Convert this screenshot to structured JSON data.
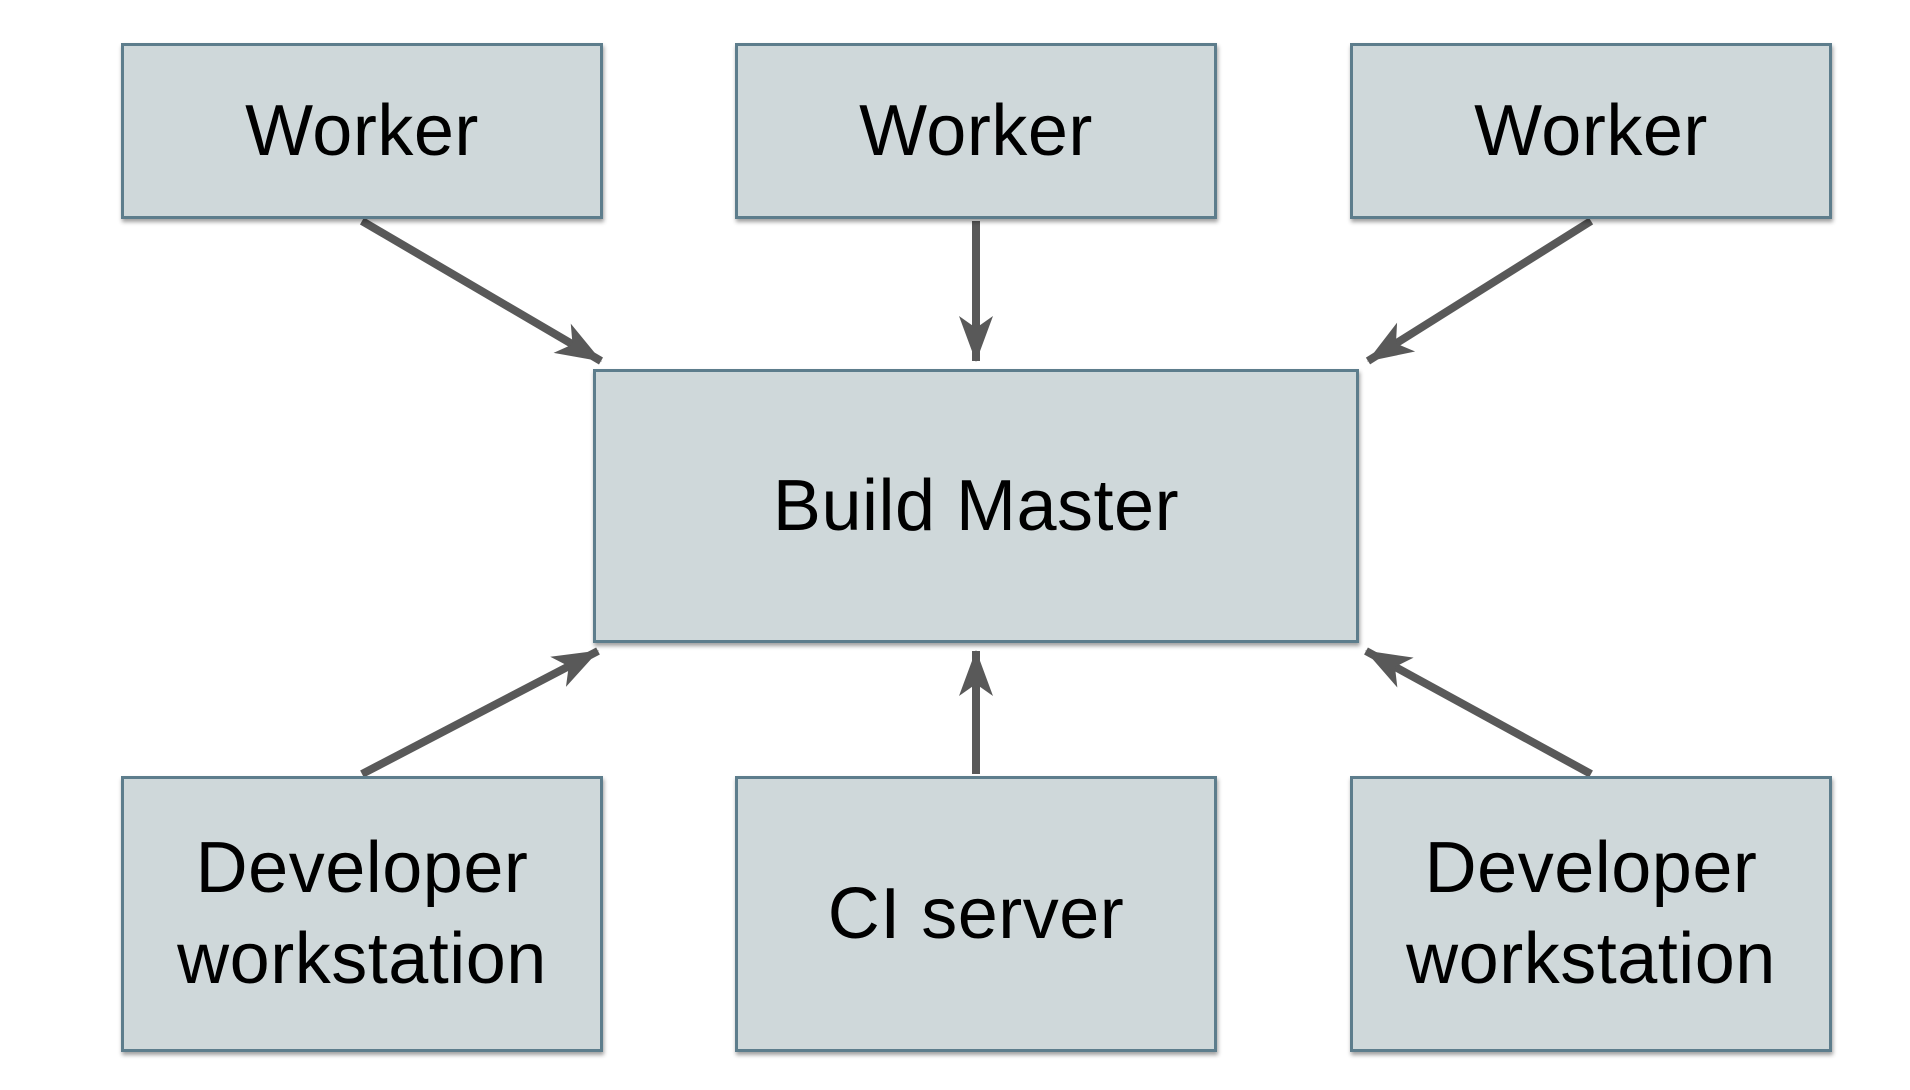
{
  "colors": {
    "background": "#ffffff",
    "node_fill": "#cfd8da",
    "node_border": "#5d7d8c",
    "arrow": "#595959",
    "text": "#000000"
  },
  "nodes": [
    {
      "id": "worker-1",
      "label": "Worker"
    },
    {
      "id": "worker-2",
      "label": "Worker"
    },
    {
      "id": "worker-3",
      "label": "Worker"
    },
    {
      "id": "build-master",
      "label": "Build Master"
    },
    {
      "id": "dev-workstation-1",
      "label": "Developer workstation"
    },
    {
      "id": "ci-server",
      "label": "CI server"
    },
    {
      "id": "dev-workstation-2",
      "label": "Developer workstation"
    }
  ],
  "edges": [
    {
      "from": "worker-1",
      "to": "build-master"
    },
    {
      "from": "worker-2",
      "to": "build-master"
    },
    {
      "from": "worker-3",
      "to": "build-master"
    },
    {
      "from": "dev-workstation-1",
      "to": "build-master"
    },
    {
      "from": "ci-server",
      "to": "build-master"
    },
    {
      "from": "dev-workstation-2",
      "to": "build-master"
    }
  ]
}
